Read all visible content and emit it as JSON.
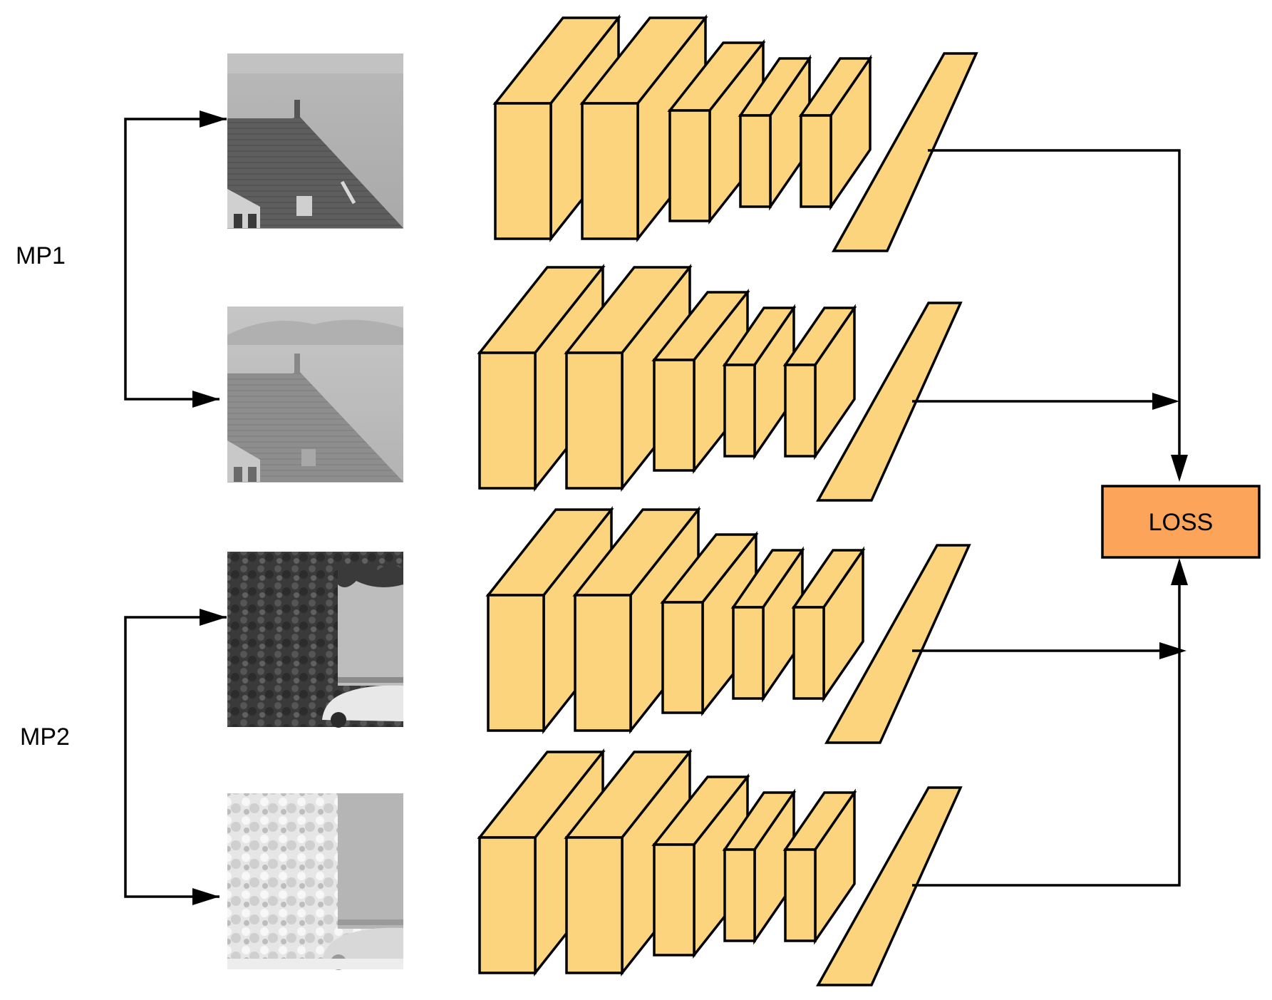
{
  "groups": [
    {
      "label": "MP1"
    },
    {
      "label": "MP2"
    }
  ],
  "loss_box": {
    "label": "LOSS",
    "fill": "#fca55a"
  },
  "colors": {
    "layer_front": "#fdd47e",
    "layer_top": "#fdd47e",
    "layer_side": "#fdd47e",
    "stroke": "#000000"
  },
  "branches": [
    {
      "image": "house-visible-thumbnail",
      "layers": 5
    },
    {
      "image": "house-infrared-thumbnail",
      "layers": 5
    },
    {
      "image": "trees-car-visible-thumbnail",
      "layers": 5
    },
    {
      "image": "trees-car-infrared-thumbnail",
      "layers": 5
    }
  ]
}
